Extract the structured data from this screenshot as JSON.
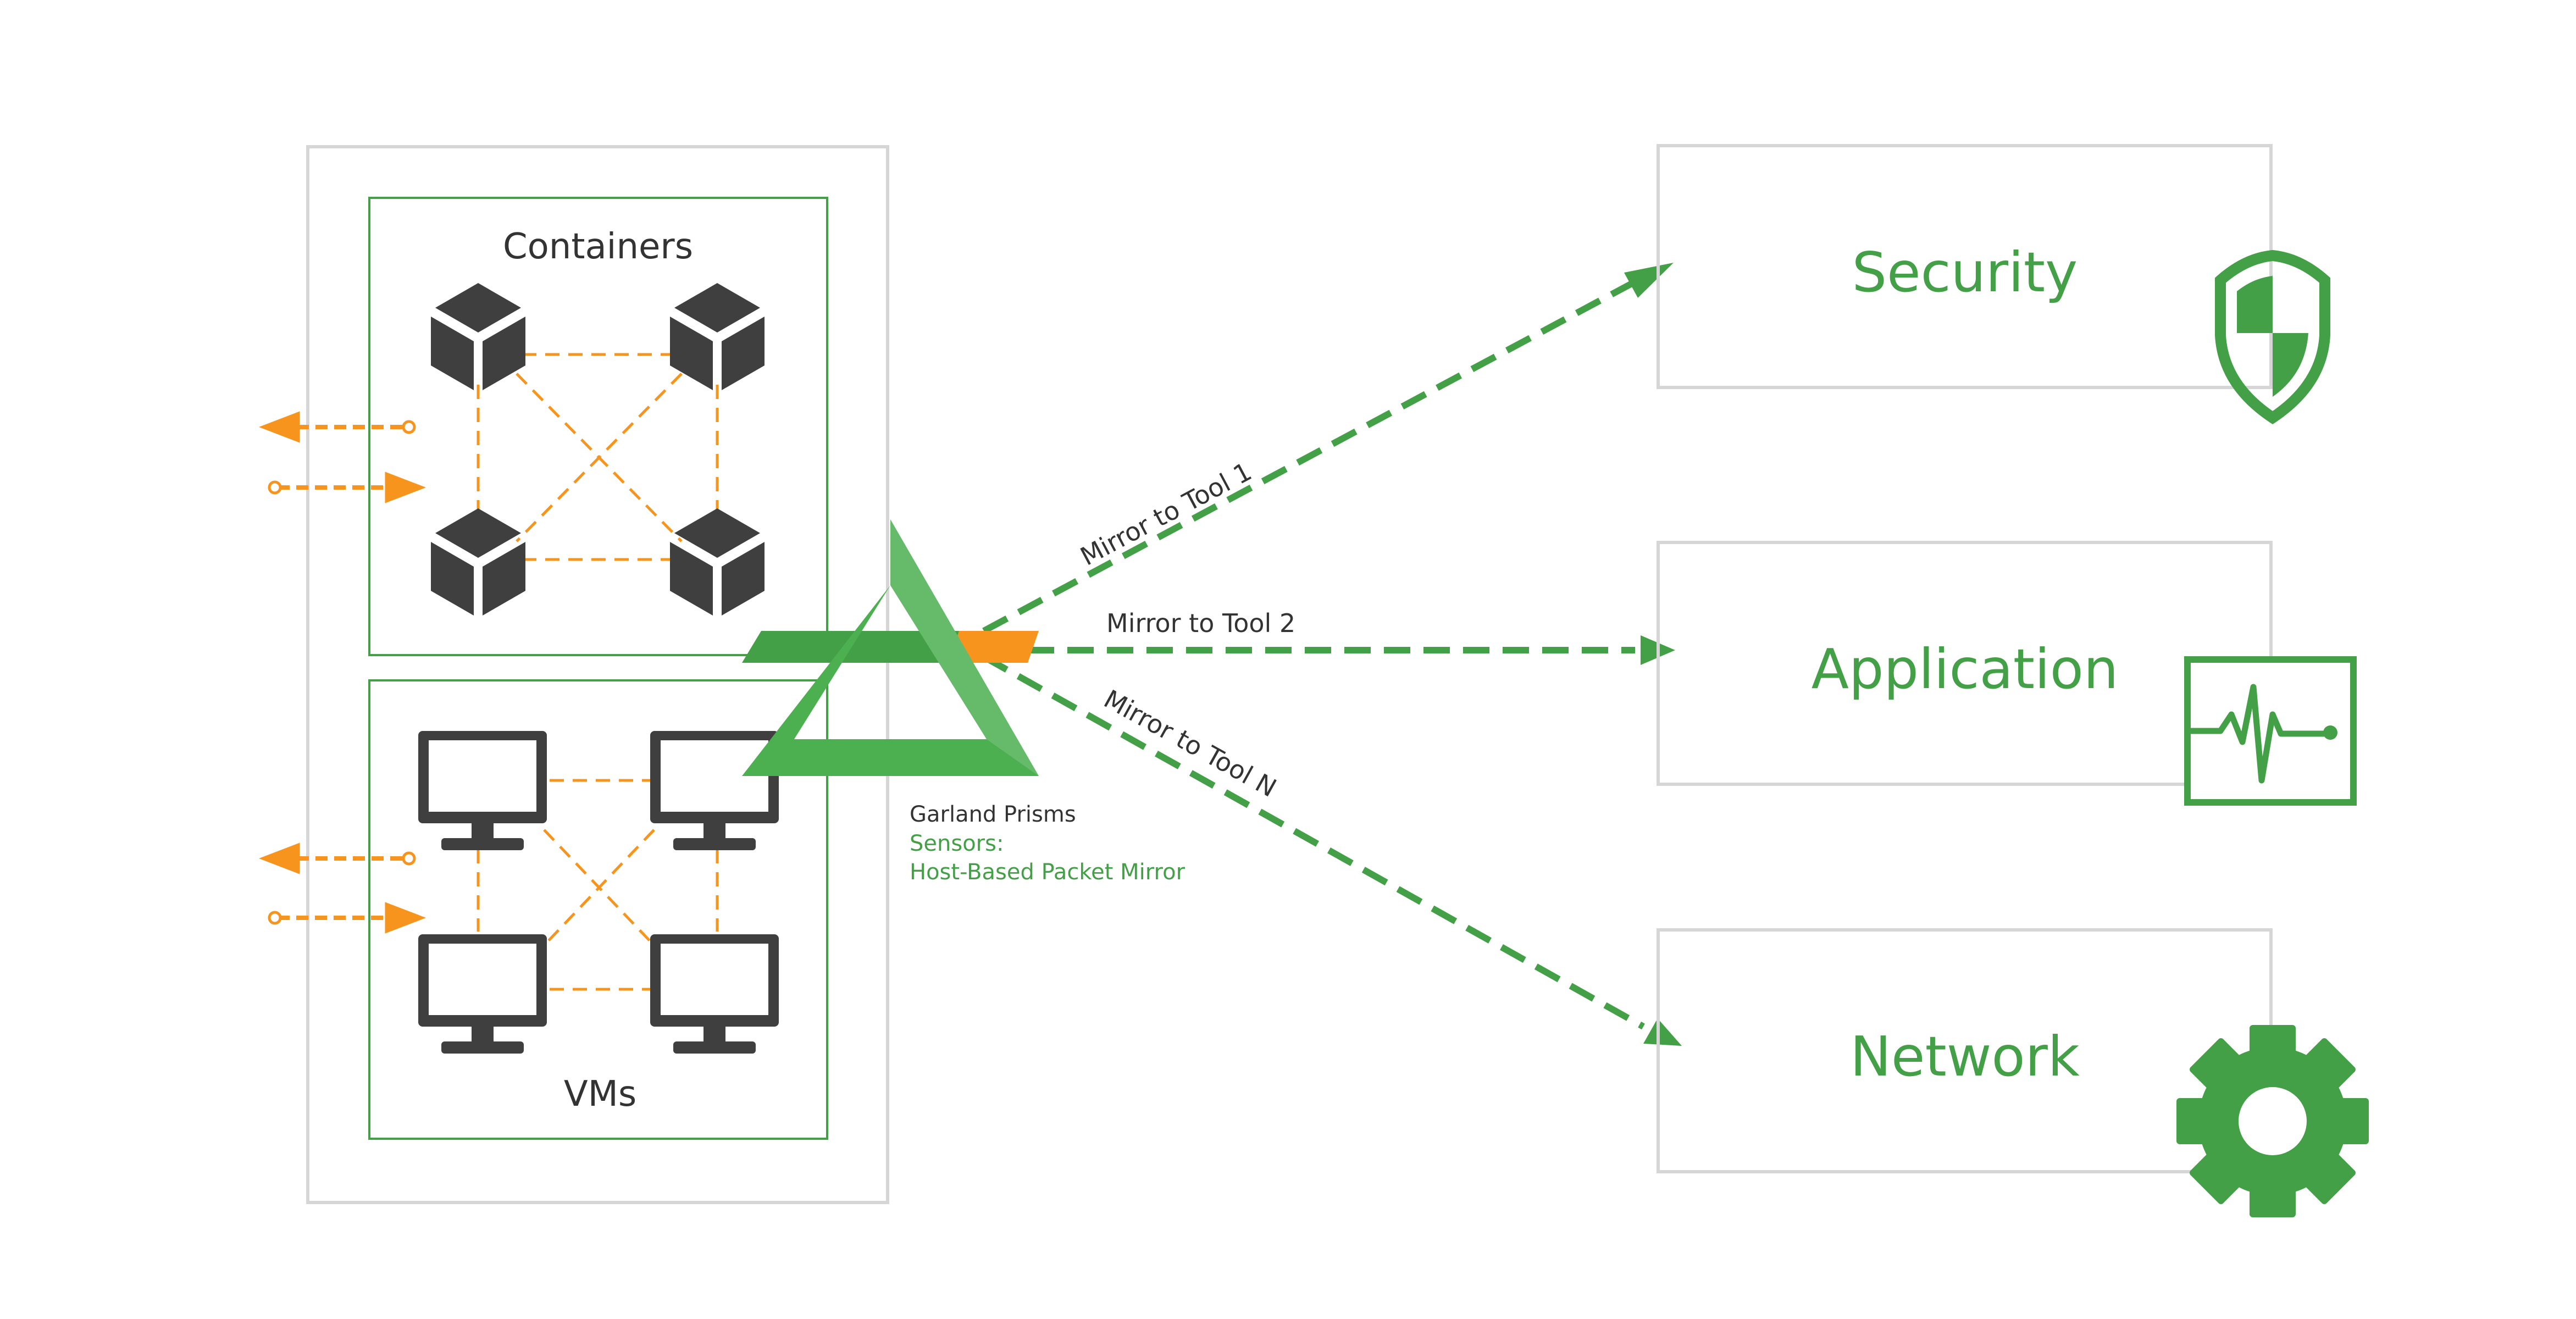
{
  "host": {
    "containers_title": "Containers",
    "vms_title": "VMs"
  },
  "prism": {
    "name": "Garland Prisms",
    "sensors_label": "Sensors:",
    "sensors_value": "Host-Based Packet Mirror"
  },
  "mirrors": [
    {
      "label": "Mirror to Tool 1"
    },
    {
      "label": "Mirror to Tool 2"
    },
    {
      "label": "Mirror to Tool N"
    }
  ],
  "tools": [
    {
      "label": "Security",
      "icon": "shield-icon"
    },
    {
      "label": "Application",
      "icon": "monitor-pulse-icon"
    },
    {
      "label": "Network",
      "icon": "gear-icon"
    }
  ],
  "colors": {
    "green": "#43a047",
    "light_green": "#66bb6a",
    "orange": "#f7941d",
    "dark_gray": "#3f3f3f",
    "border_gray": "#d6d6d6"
  }
}
